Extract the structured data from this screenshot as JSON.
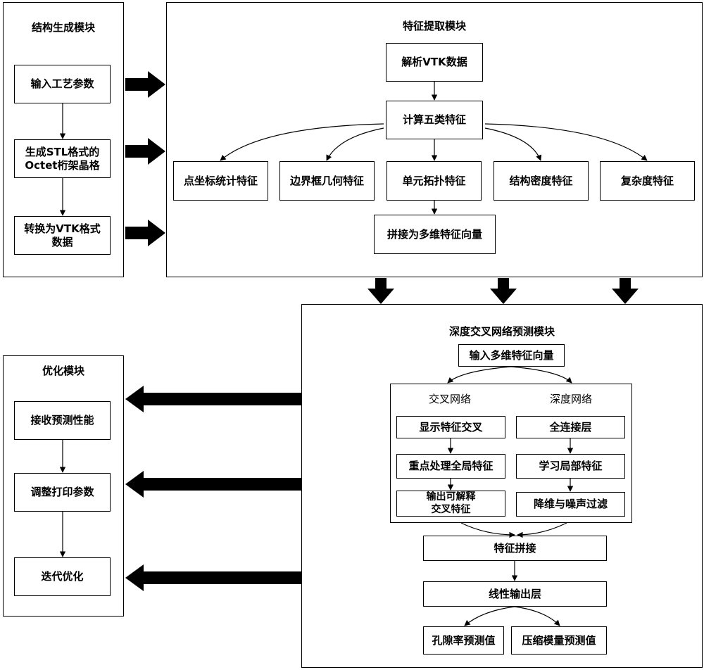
{
  "structure_module": {
    "title": "结构生成模块",
    "steps": [
      "输入工艺参数",
      "生成STL格式的\nOctet桁架晶格",
      "转换为VTK格式\n数据"
    ]
  },
  "feature_module": {
    "title": "特征提取模块",
    "parse": "解析VTK数据",
    "compute": "计算五类特征",
    "features": [
      "点坐标统计特征",
      "边界框几何特征",
      "单元拓扑特征",
      "结构密度特征",
      "复杂度特征"
    ],
    "concat": "拼接为多维特征向量"
  },
  "dcn_module": {
    "title": "深度交叉网络预测模块",
    "input": "输入多维特征向量",
    "cross_title": "交叉网络",
    "cross_steps": [
      "显示特征交叉",
      "重点处理全局特征",
      "输出可解释\n交叉特征"
    ],
    "deep_title": "深度网络",
    "deep_steps": [
      "全连接层",
      "学习局部特征",
      "降维与噪声过滤"
    ],
    "concat": "特征拼接",
    "linear": "线性输出层",
    "outputs": [
      "孔隙率预测值",
      "压缩模量预测值"
    ]
  },
  "opt_module": {
    "title": "优化模块",
    "steps": [
      "接收预测性能",
      "调整打印参数",
      "迭代优化"
    ]
  }
}
